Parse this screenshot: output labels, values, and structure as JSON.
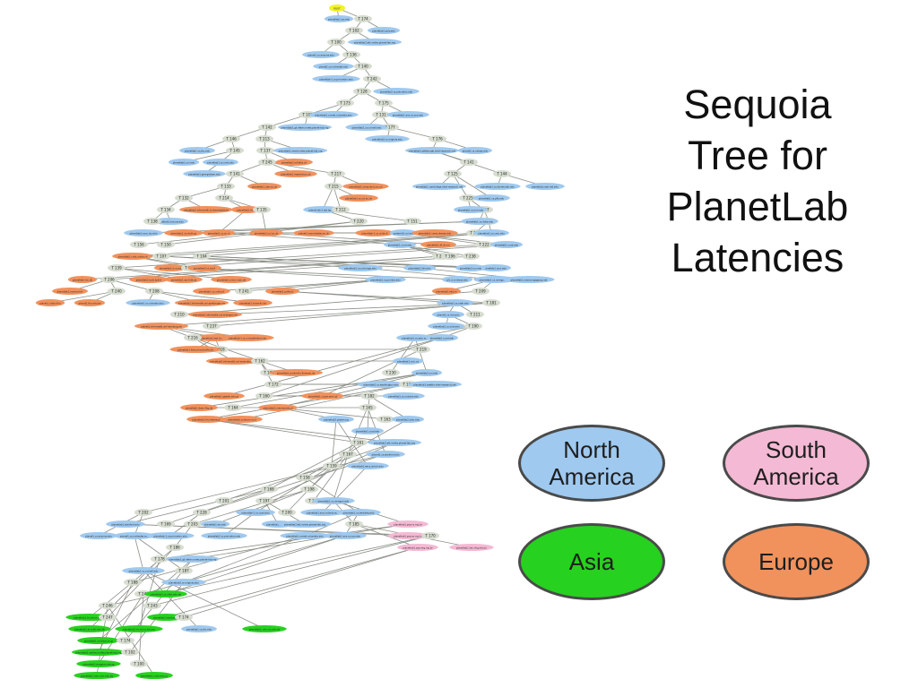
{
  "title_lines": [
    "Sequoia",
    "Tree for",
    "PlanetLab",
    "Latencies"
  ],
  "legend": [
    {
      "label_lines": [
        "North",
        "America"
      ],
      "color": "#9fc9ef"
    },
    {
      "label_lines": [
        "South",
        "America"
      ],
      "color": "#f4b9d4"
    },
    {
      "label_lines": [
        "Asia"
      ],
      "color": "#27d11f"
    },
    {
      "label_lines": [
        "Europe"
      ],
      "color": "#f1915c"
    }
  ],
  "node_colors": {
    "root": "#f2f22a",
    "inner": "#d7ddd0",
    "north_america": "#9fc9ef",
    "south_america": "#f4b9d4",
    "asia": "#27d11f",
    "europe": "#f1915c"
  },
  "tree": {
    "root_label": "ROOT",
    "inner_labels": [
      "T 174",
      "T 102",
      "T 100",
      "T 136",
      "T 140",
      "T 242",
      "T 128",
      "T 173",
      "T 175",
      "T 101",
      "T 131",
      "T 142",
      "T 177",
      "T 146",
      "T 213",
      "T 176",
      "T 145",
      "T 137",
      "T 245",
      "T 141",
      "T 144",
      "T 217",
      "T 125",
      "T 133",
      "T 215",
      "T 225",
      "T 132",
      "T 214",
      "T 227",
      "T 212",
      "T 134",
      "T 135",
      "T 138",
      "T 220",
      "T 151",
      "T 152",
      "T 156",
      "T 150",
      "T 222",
      "T 107",
      "T 104",
      "T 234",
      "T 238",
      "T 139",
      "T 143",
      "T 224",
      "T 196",
      "T 206",
      "T 240",
      "T 208",
      "T 241",
      "T 209",
      "T 181",
      "T 210",
      "T 237",
      "T 211",
      "T 216",
      "T 190",
      "T 218",
      "T 162",
      "T 219",
      "T 171",
      "T 172",
      "T 230",
      "T 160",
      "T 183",
      "T 164",
      "T 182",
      "T 165",
      "T 163",
      "T 161",
      "T 167",
      "T 159",
      "T 158",
      "T 168",
      "T 198",
      "T 201",
      "T 197",
      "T 199",
      "T 202",
      "T 228",
      "T 200",
      "T 169",
      "T 203",
      "T 185",
      "T 170",
      "T 186",
      "T 178",
      "T 187",
      "T 188",
      "T 244",
      "T 246",
      "T 243",
      "T 247"
    ],
    "north_america": [
      "planetlab1.wo.edu",
      "planetlab1.poly.edu",
      "planetlab2.att.nodes.planet-lab.org",
      "planet1.cs.arizona.edu",
      "planet1.cs.rochester.edu",
      "planetlab-1.cs.princeton.edu",
      "planetlab2.cs.princeton.edu",
      "planetlab1.comet.columbia.edu",
      "planetlab1.ece.cs.nyu.edu",
      "planetlab1.gli.deter.nodes.planet-lab.org",
      "planetlab1.cs.cornell.edu",
      "planetlab2.cs.virginia.edu",
      "planetlab1.cs.jhu.edu",
      "planetlab1.ucr.edu",
      "planetlab1.cs.umd.edu",
      "planetlab1.georgetown.edu",
      "planetlab1.amst.nodes.planet-lab.org",
      "planetlab1.pittsburgh.intel-research.net",
      "planet1.cs.umass.edu",
      "planetlab1.cambridge.intel-research.net",
      "planetlab1.cs.dartmouth.edu",
      "planetlab.csail.mit.edu",
      "planetlab1.cs.pitt.edu",
      "planetlab1.uconn.edu",
      "planet-lab-1.hpl.hp.com",
      "planetlab1.cs.duke.edu",
      "planetlab1.ece.uw.edu",
      "planetlab1.ecsc.lsu.edu",
      "system16.ncl.edu",
      "planetlab1.cs.cmu.edu",
      "planetlab1.ucsd.edu",
      "planetlab1.ucsb.edu",
      "planetlab1.cs.uchicago.edu",
      "planetlab1.loki.edu",
      "planetlab1.uiuc.edu",
      "planetlab2.ucr.edu",
      "planetlab1.cs.purdue.edu",
      "pl1.cs.indiana.edu",
      "planetlab1.cs.uoregon.edu",
      "planetlab1.arizona-gigapop.net",
      "planetlab1.cs.colorado.edu",
      "planetlab1.cs.utah.edu",
      "planet1.cs.rice.edu",
      "planetlab1.cs.ucla.edu",
      "planetlab1.cs.wisc.edu",
      "planetlab1.ucsd.edu",
      "planetlab1.uvic.ca",
      "planetlab2.ucr.edu",
      "planetlab1.cs.washington.edu",
      "planetlab1.seattle.intel-research.net",
      "planetlab1.cs.ucdavis.edu",
      "planetlab2.postel.org",
      "planetlab1.ucsd.edu",
      "planetlab2.sdsc.edu",
      "planetlab2.att.nodes.planet-lab.org",
      "planet1.cs.stanford.edu",
      "planetlab1.eecs.umich.edu",
      "planetlab1.cs.uoregon.edu",
      "planetlab-1.cs.ucsd.edu",
      "planetlab1.ece.ucdavis.edu",
      "planetlab1.cs.berkeley.edu",
      "planetlab1.stanford.edu"
    ],
    "south_america": [
      "planetlab1.pop-rs.rnp.br",
      "planetlab1.pop-pr.rnp.br",
      "planetlab1.pop-mg.rnp.br",
      "planetlab1.lsd.ufcg.edu.br"
    ],
    "asia": [
      "planetlab1.cs.nthu.edu.tw",
      "planetlab1.iis.sinica.edu.tw",
      "planetlab1.kaist.ac.kr",
      "planetlab1.ie.cuhk.edu.hk",
      "planetlab2.iis.sinica.edu.tw",
      "planetlab1.csie.ntu.edu.tw",
      "planetlab1.cs.tokyo.ac.jp",
      "planetlab2.nariles.nodes.planet-lab.org",
      "planetlab2.singaren.net.sg",
      "planetlab2.csie.nctu.edu.tw",
      "planetlab1.cnda.edu.cn",
      "planet1.hpl.hp.com",
      "planetlab1.ie.cuhk.edu.hk",
      "planetlab1.nus.edu.sg"
    ],
    "europe": [
      "planetlab1.inf.ethz.ch",
      "planetlab1.imperial.ac.uk",
      "planetlab1.cam.ac.uk",
      "planetlab2.comp.lancs.ac.uk",
      "planetlab1.cs.ucl.ac.uk",
      "planetlab2.informatik.tu-darmstadt.de",
      "planetlab1.hiit.fi",
      "planetlab1.cs.vu.nl",
      "planetlab2.ucl.ac.uk",
      "planetlab1.ics.forth.gr",
      "planet1.manchester.ac.uk",
      "planetlab-1.cs.unibo.it",
      "planetlab1.csres.utexas.edu",
      "planetlab1.ifi.uio.no",
      "planetlab1.cnds.unibe.ch",
      "planetlab1.it.uu.se",
      "planetlab2.rd.tut.fi",
      "planetlab1.itu.dk",
      "planetlab2.ipv6.lip6.fr",
      "planetlab1.ssvl.kth.se",
      "planetlab1.net.in.tum.de",
      "planetlab1.eurecom.fr",
      "planetlab1.cs.unibo.it",
      "planetlab1.polito.it",
      "planetlab2.mta.ro",
      "planet1.colbud.hu",
      "planet1.thu.edu.tw",
      "planetlab1.informatik.uni-goettingen.de",
      "planetlab1.tu-berlin.de",
      "planet1.informatik.uni-hamburg.de",
      "planetlab1.informatik.uni-erlangen.de",
      "planetlab1.ewi.tudelft.nl",
      "planetlab-1.cs.uni-paderborn.de",
      "planetlab1.fokus.fraunhofer.de",
      "planetlab2.informatik.uni-wuerzburg.de",
      "planetlab1.prakinf.tu-ilmenau.de",
      "planetlab1.pjwstk.edu.pl",
      "planetlab1.ci.pwr.wroc.pl",
      "planetlab1.itwm.fhg.de",
      "planetlab1.mimuw.edu.pl",
      "planetlab1.fm.krakow.pl",
      "planetlab1.science.ru.nl",
      "planetlab1.cs.uoi.gr"
    ]
  }
}
